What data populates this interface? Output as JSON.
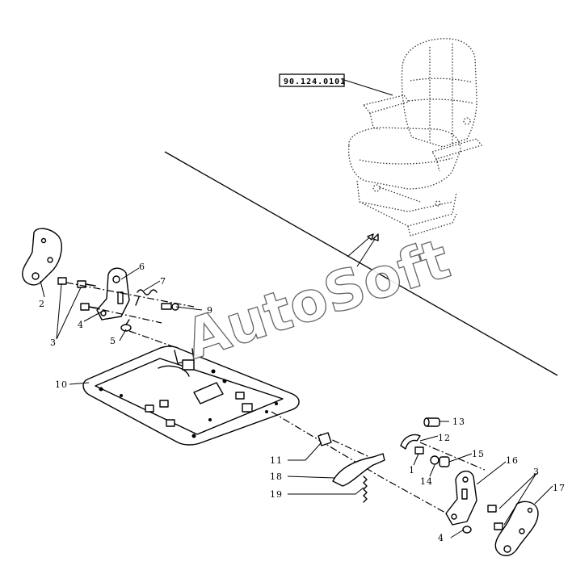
{
  "reference_box": {
    "label": "90.124.0101"
  },
  "watermark": {
    "text": "AutoSoft"
  },
  "callouts": {
    "c1a": "1",
    "c1b": "1",
    "c2": "2",
    "c3a": "3",
    "c3b": "3",
    "c4a": "4",
    "c4b": "4",
    "c5": "5",
    "c6": "6",
    "c7": "7",
    "c9": "9",
    "c10": "10",
    "c11": "11",
    "c12": "12",
    "c13": "13",
    "c14": "14",
    "c15": "15",
    "c16": "16",
    "c17": "17",
    "c18": "18",
    "c19": "19"
  }
}
